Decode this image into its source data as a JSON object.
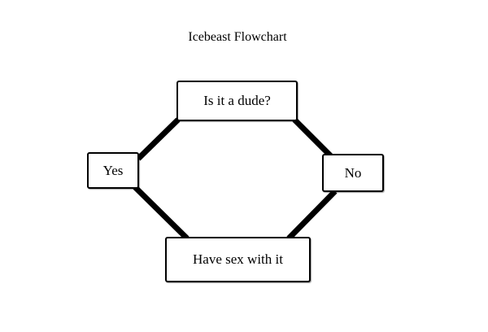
{
  "diagram": {
    "title": "Icebeast Flowchart",
    "nodes": {
      "question": "Is it a dude?",
      "yes": "Yes",
      "no": "No",
      "action": "Have sex with it"
    },
    "edges": [
      {
        "from": "question",
        "to": "yes"
      },
      {
        "from": "question",
        "to": "no"
      },
      {
        "from": "yes",
        "to": "action"
      },
      {
        "from": "no",
        "to": "action"
      }
    ],
    "colors": {
      "stroke": "#000000",
      "background": "#ffffff"
    }
  }
}
